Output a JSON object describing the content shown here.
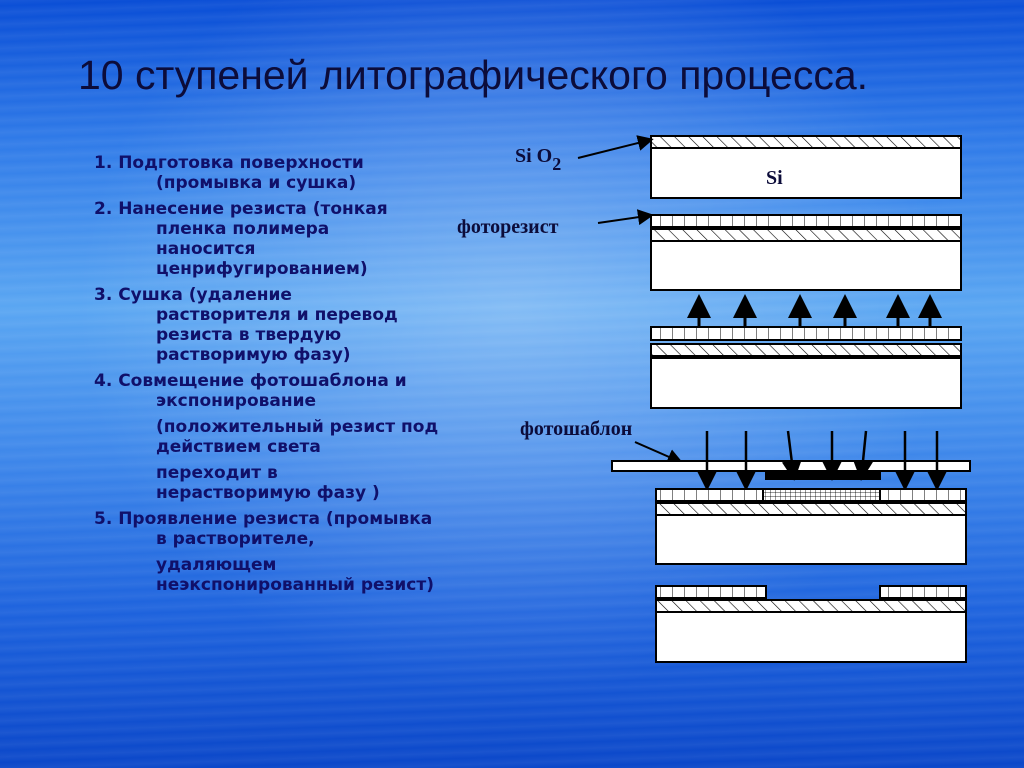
{
  "title": "10 ступеней литографического процесса.",
  "steps": [
    {
      "lines": [
        "1. Подготовка поверхности",
        "(промывка и сушка)"
      ]
    },
    {
      "lines": [
        "2. Нанесение резиста (тонкая",
        "пленка полимера",
        "наносится",
        "ценрифугированием)"
      ]
    },
    {
      "lines": [
        "3. Сушка (удаление",
        "растворителя       и перевод",
        "резиста в твердую",
        "растворимую фазу)"
      ]
    },
    {
      "lines": [
        "4. Совмещение фотошаблона и",
        "экспонирование",
        "(положительный  резист под",
        "действием света",
        "переходит в",
        "нерастворимую  фазу )"
      ]
    },
    {
      "lines": [
        "5. Проявление резиста (промывка",
        "в растворителе,",
        "удаляющем",
        "неэкспонированный резист)"
      ]
    }
  ],
  "diagram": {
    "label_sio2": "Si O",
    "label_sio2_sub": "2",
    "label_si": "Si",
    "label_photoresist": "фоторезист",
    "label_photomask": "фотошаблон"
  },
  "colors": {
    "text": "#10106a",
    "title": "#0c0c3a",
    "layer_fill": "#ffffff",
    "outline": "#000000",
    "mask_bar": "#000000"
  }
}
